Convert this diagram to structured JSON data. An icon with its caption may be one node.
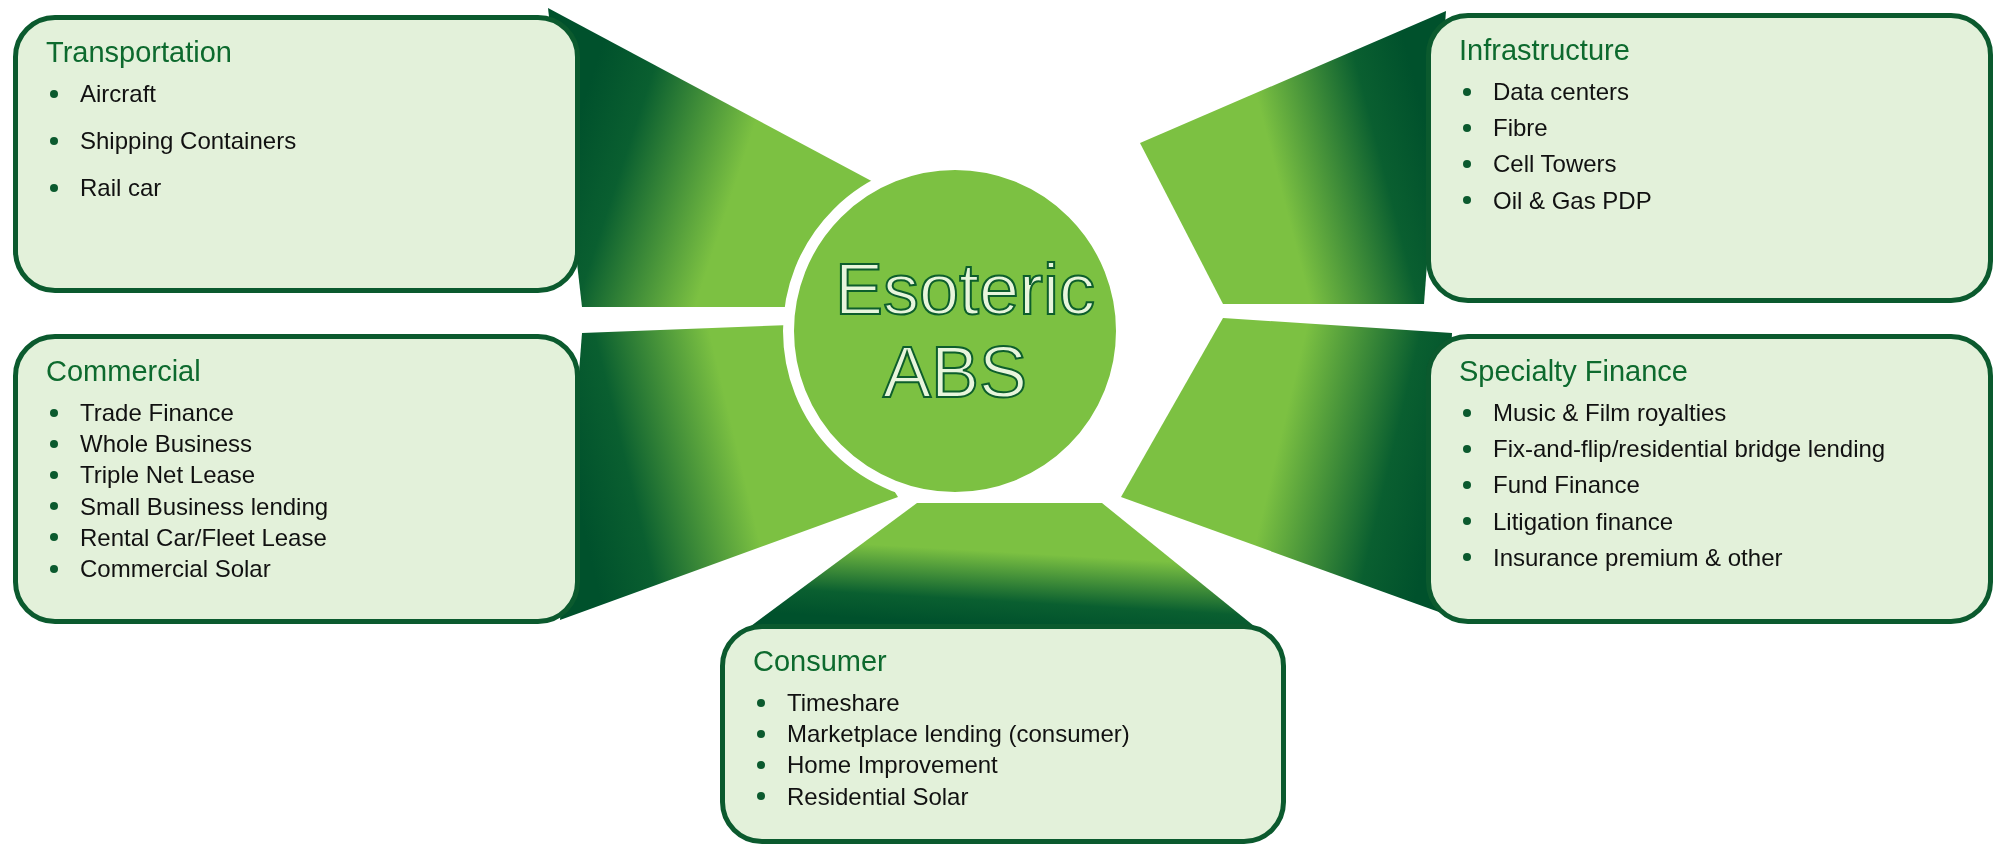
{
  "diagram": {
    "nodes": [
      {
        "text": [
          "Transportation",
          "Aircraft",
          "Shipping Containers",
          "Rail car"
        ]
      },
      {
        "text": [
          "Infrastructure",
          "Data centers",
          "Fibre",
          "Cell Towers",
          "Oil & Gas PDP"
        ]
      },
      {
        "text": [
          "Esoteric ABS"
        ]
      },
      {
        "text": [
          "Commercial",
          "Trade Finance",
          "Whole Business",
          "Triple Net Lease",
          "Small Business lending",
          "Rental Car/Fleet Lease",
          "Commercial Solar"
        ]
      },
      {
        "text": [
          "Specialty Finance",
          "Music & Film royalties",
          "Fix-and-flip/residential bridge lending",
          "Fund Finance",
          "Litigation finance",
          "Insurance premium & other"
        ]
      },
      {
        "text": [
          "Consumer",
          "Timeshare",
          "Marketplace lending (consumer)",
          "Home Improvement",
          "Residential Solar"
        ]
      }
    ],
    "edges": [
      {
        "from": 2,
        "to": 0,
        "arrow": "none"
      },
      {
        "from": 2,
        "to": 1,
        "arrow": "none"
      },
      {
        "from": 2,
        "to": 3,
        "arrow": "none"
      },
      {
        "from": 2,
        "to": 4,
        "arrow": "none"
      },
      {
        "from": 2,
        "to": 5,
        "arrow": "none"
      }
    ]
  }
}
